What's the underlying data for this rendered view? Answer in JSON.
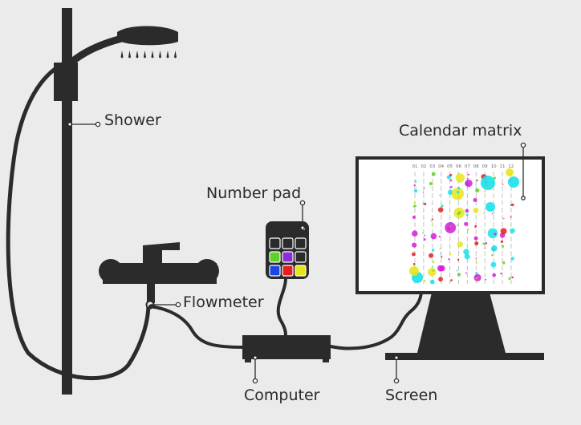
{
  "labels": {
    "shower": "Shower",
    "calendar_matrix": "Calendar matrix",
    "number_pad": "Number pad",
    "flowmeter": "Flowmeter",
    "computer": "Computer",
    "screen": "Screen"
  },
  "calendar": {
    "columns": [
      "01",
      "02",
      "03",
      "04",
      "05",
      "06",
      "07",
      "08",
      "09",
      "10",
      "11",
      "12"
    ]
  },
  "number_pad": {
    "keys": [
      "blank",
      "blank",
      "blank",
      "green",
      "purple",
      "blank",
      "blue",
      "red",
      "yellow"
    ]
  },
  "colors": {
    "background": "#ebebeb",
    "device": "#2b2b2b",
    "screen_face": "#ffffff",
    "cyan": "#19e0ea",
    "magenta": "#d21fd6",
    "yellow": "#e6e61e",
    "green": "#5fd22a",
    "red": "#e81e1e",
    "blue": "#1e44e6",
    "purple": "#8c2ed6"
  }
}
